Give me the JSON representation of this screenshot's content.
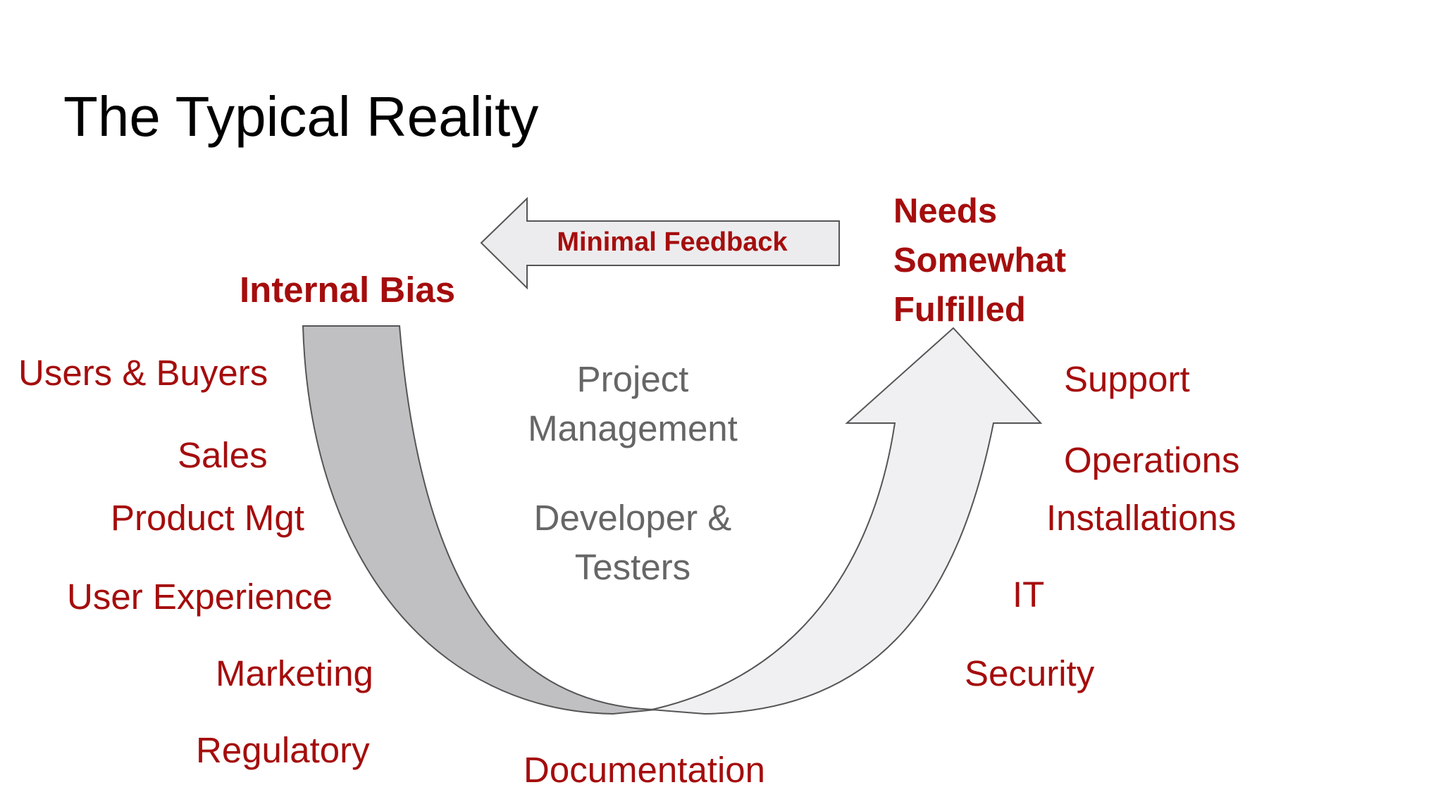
{
  "title": "The Typical Reality",
  "feedback_arrow": {
    "label": "Minimal Feedback"
  },
  "internal_bias": "Internal Bias",
  "needs": {
    "lines": [
      "Needs",
      "Somewhat",
      "Fulfilled"
    ]
  },
  "left_groups": [
    "Users & Buyers",
    "Sales",
    "Product Mgt",
    "User Experience",
    "Marketing",
    "Regulatory"
  ],
  "center_groups": {
    "project_management": [
      "Project",
      "Management"
    ],
    "developers": [
      "Developer &",
      "Testers"
    ],
    "documentation": "Documentation"
  },
  "right_groups": [
    "Support",
    "Operations",
    "Installations",
    "IT",
    "Security"
  ],
  "colors": {
    "accent_red": "#a50d0d",
    "neutral_gray_text": "#666666",
    "left_arrow_fill": "#c0bfc2",
    "right_arrow_fill": "#f0f0f2",
    "outline": "#555555"
  }
}
